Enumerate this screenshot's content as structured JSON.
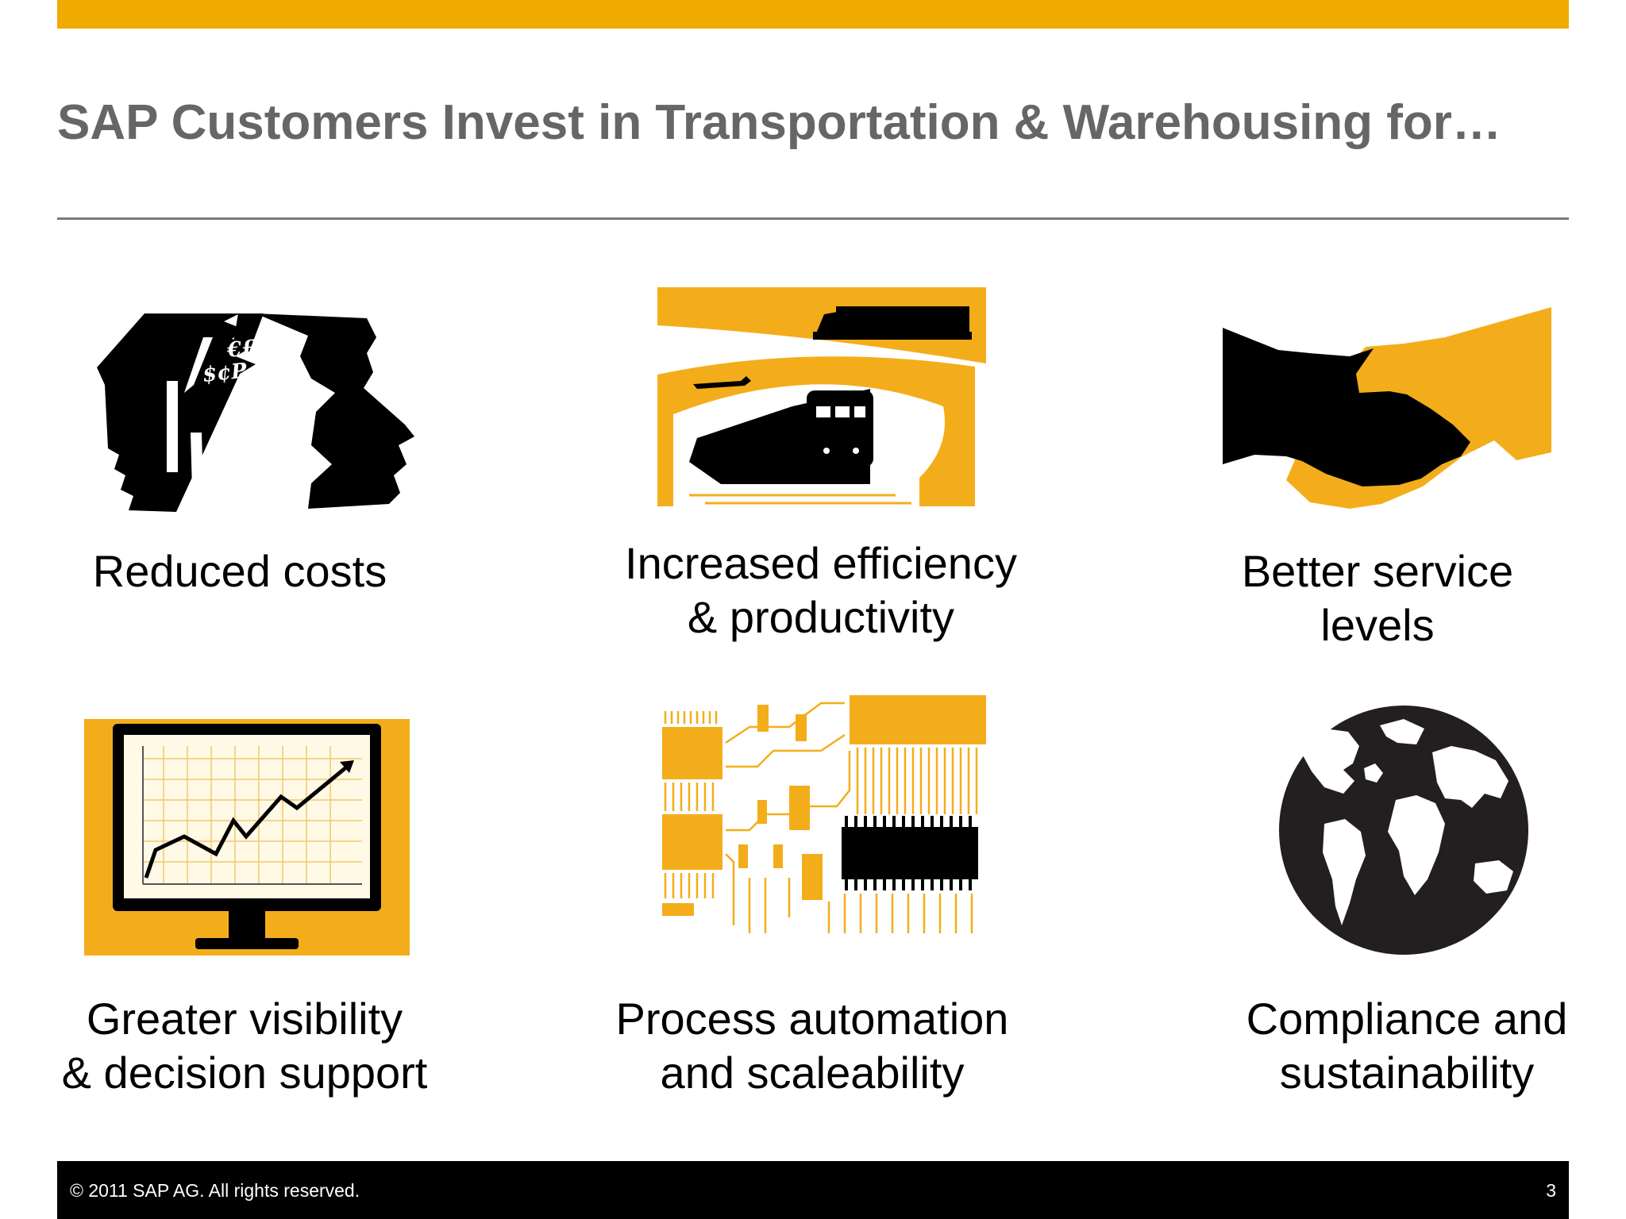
{
  "slide": {
    "title": "SAP Customers Invest in Transportation & Warehousing for…",
    "accent_color": "#f0ab00"
  },
  "benefits": [
    {
      "icon": "money-icon",
      "lines": [
        "Reduced costs"
      ],
      "currency_text": [
        "€£¥",
        "$¢P"
      ]
    },
    {
      "icon": "transport-icon",
      "lines": [
        "Increased efficiency",
        "& productivity"
      ]
    },
    {
      "icon": "handshake-icon",
      "lines": [
        "Better service",
        "levels"
      ]
    },
    {
      "icon": "chart-monitor-icon",
      "lines": [
        "Greater visibility",
        "& decision support"
      ]
    },
    {
      "icon": "circuit-board-icon",
      "lines": [
        "Process automation",
        "and scaleability"
      ]
    },
    {
      "icon": "globe-icon",
      "lines": [
        "Compliance and",
        "sustainability"
      ]
    }
  ],
  "footer": {
    "copyright": "©  2011 SAP AG. All rights reserved.",
    "page_number": "3"
  }
}
